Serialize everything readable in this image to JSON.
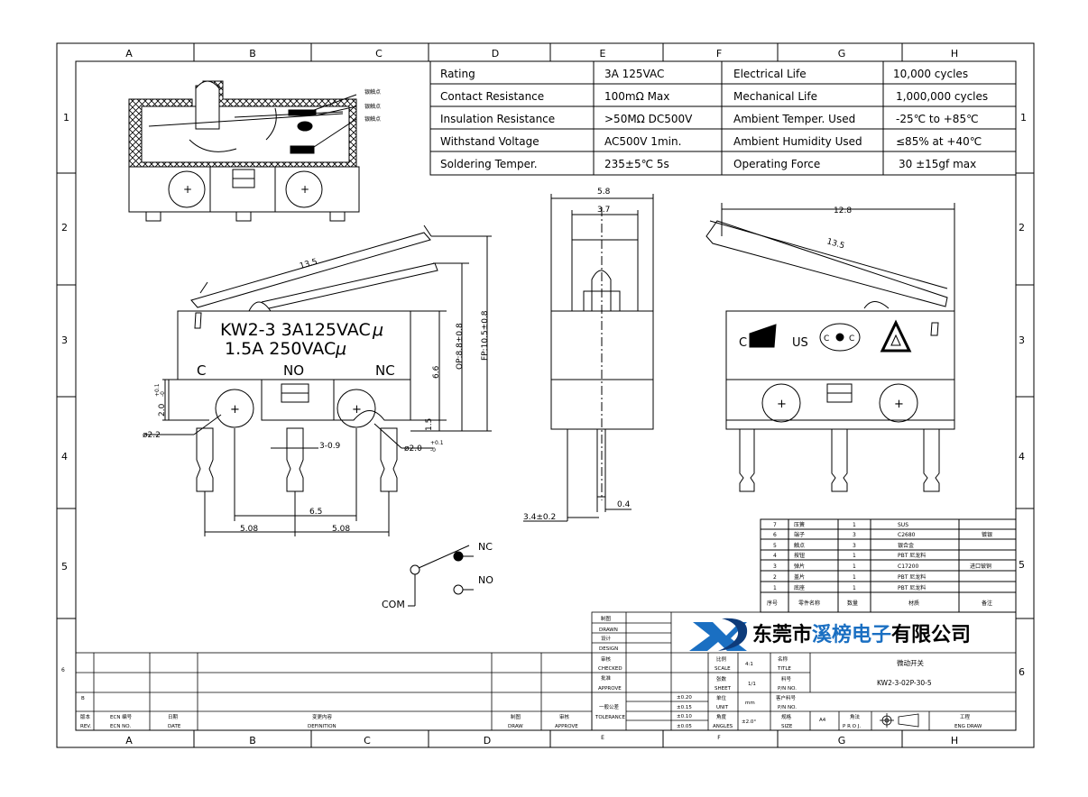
{
  "frame": {
    "cols": [
      "A",
      "B",
      "C",
      "D",
      "E",
      "F",
      "G",
      "H"
    ],
    "rows": [
      "1",
      "2",
      "3",
      "4",
      "5",
      "6"
    ]
  },
  "specs": [
    {
      "label": "Rating",
      "value": "3A  125VAC",
      "label2": "Electrical Life",
      "value2": "10,000 cycles"
    },
    {
      "label": "Contact Resistance",
      "value": "100mΩ Max",
      "label2": "Mechanical Life",
      "value2": "1,000,000 cycles"
    },
    {
      "label": "Insulation Resistance",
      "value": ">50MΩ DC500V",
      "label2": "Ambient Temper. Used",
      "value2": "-25℃ to +85℃"
    },
    {
      "label": "Withstand Voltage",
      "value": "AC500V  1min.",
      "label2": "Ambient Humidity Used",
      "value2": "≤85% at +40℃"
    },
    {
      "label": "Soldering Temper.",
      "value": "235±5℃ 5s",
      "label2": "Operating Force",
      "value2": "30 ±15gf max"
    }
  ],
  "section_labels": [
    "银触点",
    "银触点",
    "银触点"
  ],
  "front": {
    "marking1": "KW2-3 3A125VAC",
    "marking2": "1.5A 250VAC",
    "mu": "μ",
    "c": "C",
    "no": "NO",
    "nc": "NC",
    "d135": "13.5",
    "d_op": "OP:8.8±0.8",
    "d_fp": "FP:10.5±0.8",
    "d66": "6.6",
    "d15": "1.5",
    "d20": "2.0",
    "d20tol_up": "+0.1",
    "d20tol_dn": "-0",
    "d22": "ø2.2",
    "d30": "3-0.9",
    "d_hole": "ø2.0",
    "d_hole_up": "+0.1",
    "d_hole_dn": "-0",
    "d65": "6.5",
    "d508a": "5.08",
    "d508b": "5.08"
  },
  "side": {
    "d58": "5.8",
    "d37": "3.7",
    "d34": "3.4±0.2",
    "d04": "0.4"
  },
  "right": {
    "d128": "12.8",
    "d135": "13.5",
    "c": "C",
    "us": "US",
    "ce": "C",
    "ce2": "C"
  },
  "schematic": {
    "nc": "NC",
    "no": "NO",
    "com": "COM"
  },
  "bom": {
    "header": [
      "序号",
      "零件名称",
      "数量",
      "材质",
      "备注"
    ],
    "rows": [
      [
        "7",
        "压簧",
        "1",
        "SUS",
        ""
      ],
      [
        "6",
        "端子",
        "3",
        "C2680",
        "镀银"
      ],
      [
        "5",
        "触点",
        "3",
        "银合金",
        ""
      ],
      [
        "4",
        "按钮",
        "1",
        "PBT  尼龙料",
        ""
      ],
      [
        "3",
        "弹片",
        "1",
        "C17200",
        "进口铍铜"
      ],
      [
        "2",
        "盖片",
        "1",
        "PBT  尼龙料",
        ""
      ],
      [
        "1",
        "底座",
        "1",
        "PBT  尼龙料",
        ""
      ]
    ]
  },
  "company": {
    "prefix": "东莞市",
    "brand": "溪榜",
    "middle": "电子",
    "suffix": "有限公司"
  },
  "title_block": {
    "drawn_cn": "制图",
    "drawn": "DRAWN",
    "design_cn": "设计",
    "design": "DESIGN",
    "checked_cn": "审核",
    "checked": "CHECKED",
    "approve_cn": "批准",
    "approve": "APPROVE",
    "tolerance_cn": "一般公差",
    "tolerance": "TOLERANCE",
    "tol_values": [
      "±0.20",
      "±0.15",
      "±0.10",
      "±0.05"
    ],
    "scale_cn": "比例",
    "scale": "SCALE",
    "scale_val": "4:1",
    "sheet_cn": "张数",
    "sheet": "SHEET",
    "sheet_val": "1/1",
    "unit_cn": "单位",
    "unit": "UNIT",
    "unit_val": "mm",
    "angles_cn": "角度",
    "angles": "ANGLES",
    "angles_val": "±2.0°",
    "title_cn": "名称",
    "title_lbl": "TITLE",
    "title_val": "微动开关",
    "pn_cn": "料号",
    "pn": "P/N NO.",
    "pn_val": "KW2-3-02P-30-5",
    "custpn_cn": "客户料号",
    "custpn": "P/N NO.",
    "size_cn": "规格",
    "size": "SIZE",
    "size_val": "A4",
    "proj_cn": "角法",
    "proj": "P R O J.",
    "eng_cn": "工程",
    "eng": "ENG DRAW",
    "rev_cn": "版本",
    "rev": "REV.",
    "ecn_cn": "ECN 编号",
    "ecn": "ECN NO.",
    "date_cn": "日期",
    "date": "DATE",
    "def_cn": "变更内容",
    "def": "DEFINITION",
    "draw_cn": "制图",
    "draw": "DRAW",
    "appr_cn": "审核",
    "appr": "APPROVE",
    "rev_row": "B"
  }
}
